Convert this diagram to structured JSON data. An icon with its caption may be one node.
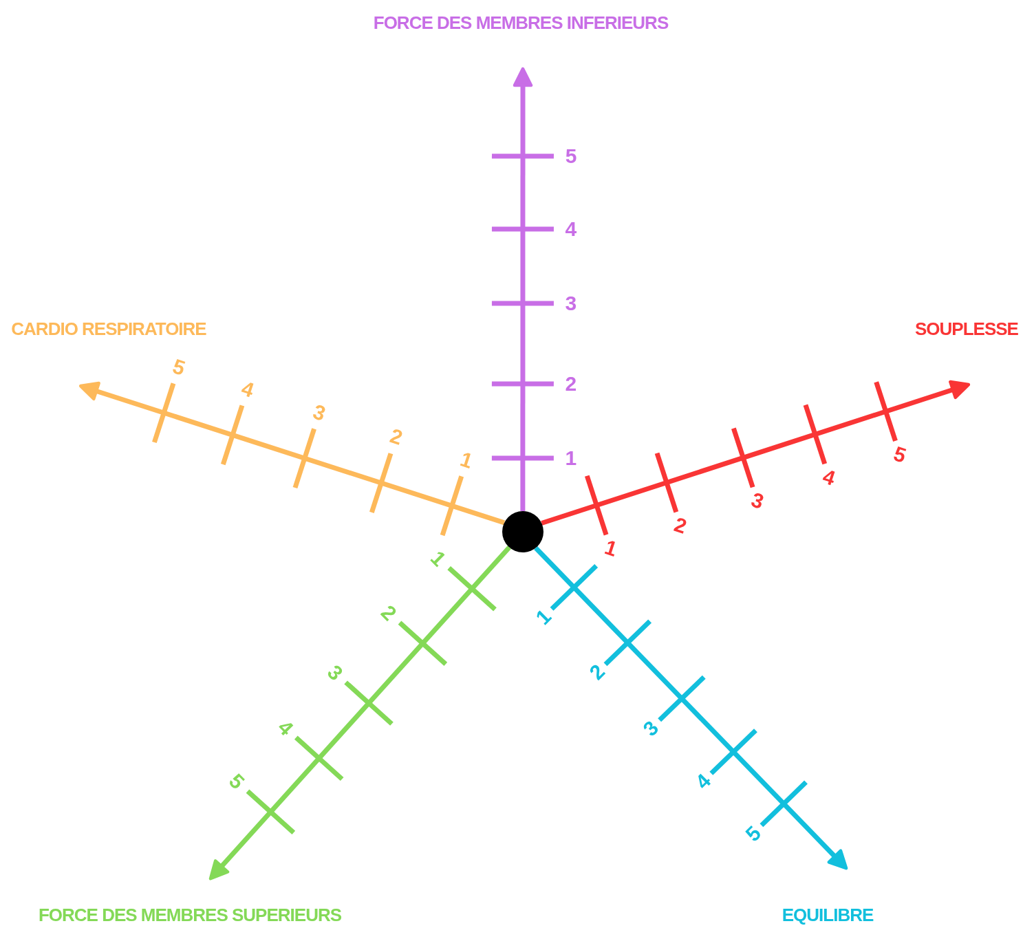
{
  "diagram": {
    "nodes": [
      {
        "text": [],
        "shape": "circle"
      },
      {
        "text": [
          "FORCE DES MEMBRES INFERIEURS"
        ]
      },
      {
        "text": [
          "SOUPLESSE"
        ]
      },
      {
        "text": [
          "EQUILIBRE"
        ]
      },
      {
        "text": [
          "FORCE DES MEMBRES SUPERIEURS"
        ]
      },
      {
        "text": [
          "CARDIO RESPIRATOIRE"
        ]
      }
    ],
    "edges": [
      {
        "from": 0,
        "to": 1,
        "arrow": "to",
        "color": "#c86ee6"
      },
      {
        "from": 0,
        "to": 2,
        "arrow": "to",
        "color": "#f93535"
      },
      {
        "from": 0,
        "to": 3,
        "arrow": "to",
        "color": "#12bfdd"
      },
      {
        "from": 0,
        "to": 4,
        "arrow": "to",
        "color": "#84d957"
      },
      {
        "from": 0,
        "to": 5,
        "arrow": "to",
        "color": "#fdb95a"
      }
    ],
    "labels": [
      "1",
      "2",
      "3",
      "4",
      "5",
      "1",
      "2",
      "3",
      "4",
      "5",
      "1",
      "2",
      "3",
      "4",
      "5",
      "1",
      "2",
      "3",
      "4",
      "5",
      "1",
      "2",
      "3",
      "4",
      "5"
    ]
  }
}
